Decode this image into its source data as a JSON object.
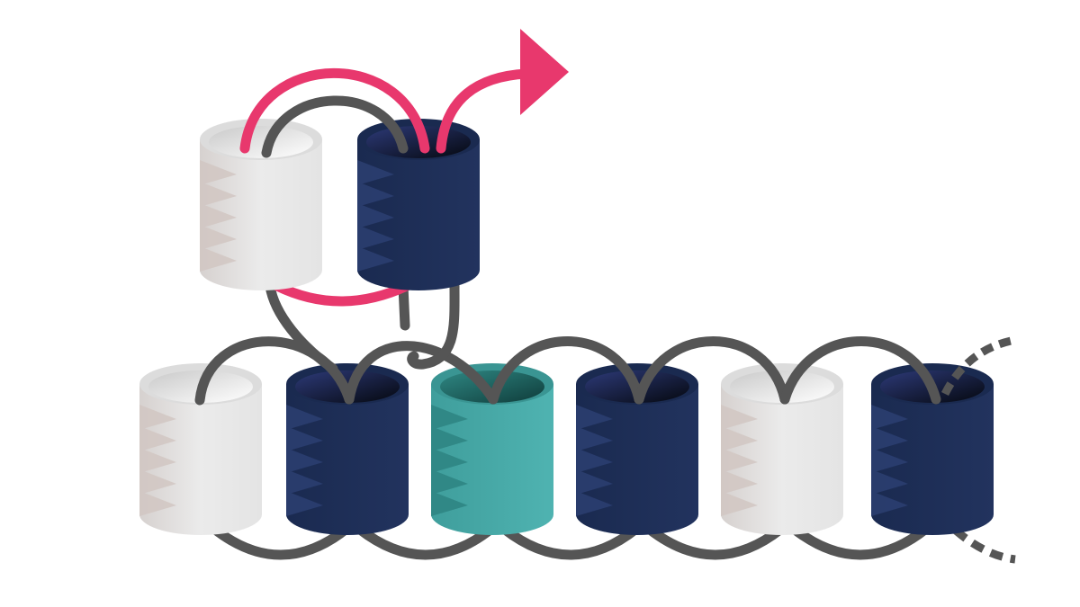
{
  "colors": {
    "background": "#ffffff",
    "connector": "#555555",
    "arrow": "#e8386d",
    "navy": "#1e2f57",
    "navy_inner": "#0f1a35",
    "teal": "#48aaa8",
    "teal_inner": "#1f6e6a",
    "light": "#e6e6e6",
    "light_shade": "#cfc7c4"
  },
  "icons": {
    "arrow_head": "arrow-head-icon"
  },
  "diagram": {
    "top_row": [
      {
        "id": "top-1",
        "color": "light"
      },
      {
        "id": "top-2",
        "color": "navy"
      }
    ],
    "bottom_row": [
      {
        "id": "bottom-1",
        "color": "light"
      },
      {
        "id": "bottom-2",
        "color": "navy"
      },
      {
        "id": "bottom-3",
        "color": "teal"
      },
      {
        "id": "bottom-4",
        "color": "navy"
      },
      {
        "id": "bottom-5",
        "color": "light"
      },
      {
        "id": "bottom-6",
        "color": "navy"
      }
    ],
    "continues_right": true
  }
}
